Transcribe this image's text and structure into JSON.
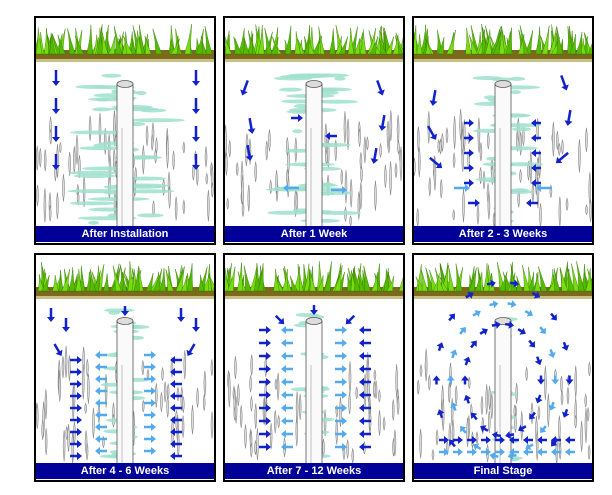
{
  "panels": [
    {
      "caption": "After Installation",
      "stage": 0
    },
    {
      "caption": "After 1 Week",
      "stage": 1
    },
    {
      "caption": "After 2 - 3 Weeks",
      "stage": 2
    },
    {
      "caption": "After 4 - 6 Weeks",
      "stage": 3
    },
    {
      "caption": "After 7 - 12 Weeks",
      "stage": 4
    },
    {
      "caption": "Final Stage",
      "stage": 5
    }
  ],
  "colors": {
    "caption_bg": "#000099",
    "grass": "#77dd11",
    "soil": "#7a6a1a",
    "arrow_dark": "#1122cc",
    "arrow_light": "#55aaee",
    "water": "#9fe0cc"
  }
}
